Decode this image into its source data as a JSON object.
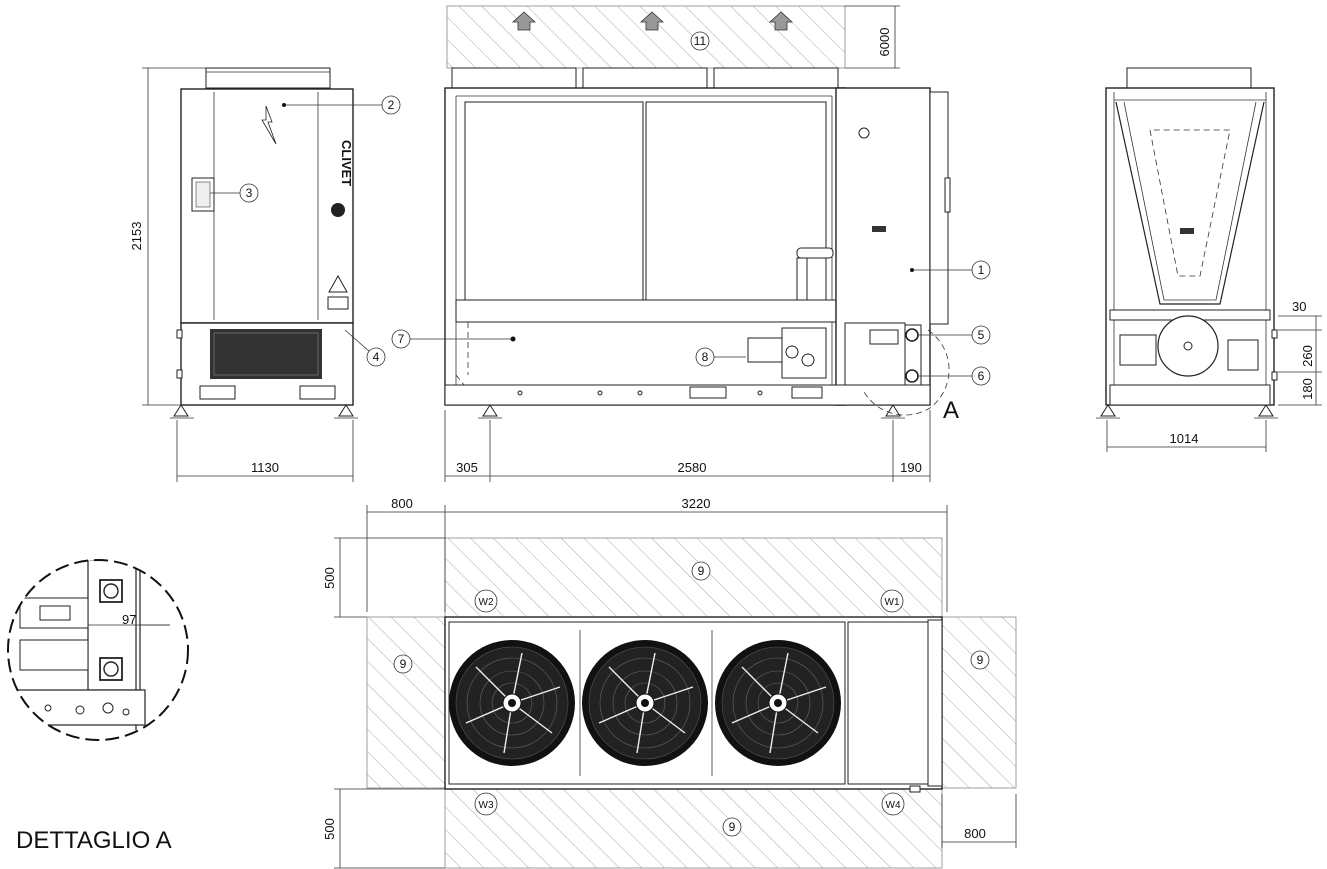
{
  "dimensions": {
    "height": "2153",
    "side_width": "1130",
    "top_clearance": "6000",
    "left_offset": "305",
    "span": "2580",
    "right_offset": "190",
    "right_top": "30",
    "right_mid": "260",
    "right_bottom": "180",
    "depth": "1014",
    "clear_left": "800",
    "total_length": "3220",
    "clear_top": "500",
    "clear_bottom": "500",
    "clear_right": "800",
    "detail_dim": "97"
  },
  "balloons": {
    "b1": "1",
    "b2": "2",
    "b3": "3",
    "b4": "4",
    "b5": "5",
    "b6": "6",
    "b7": "7",
    "b8": "8",
    "b9": "9",
    "b11": "11"
  },
  "weights": {
    "w1": "W1",
    "w2": "W2",
    "w3": "W3",
    "w4": "W4"
  },
  "labels": {
    "detail_marker": "A",
    "detail_title": "DETTAGLIO A",
    "brand": "CLIVET"
  }
}
